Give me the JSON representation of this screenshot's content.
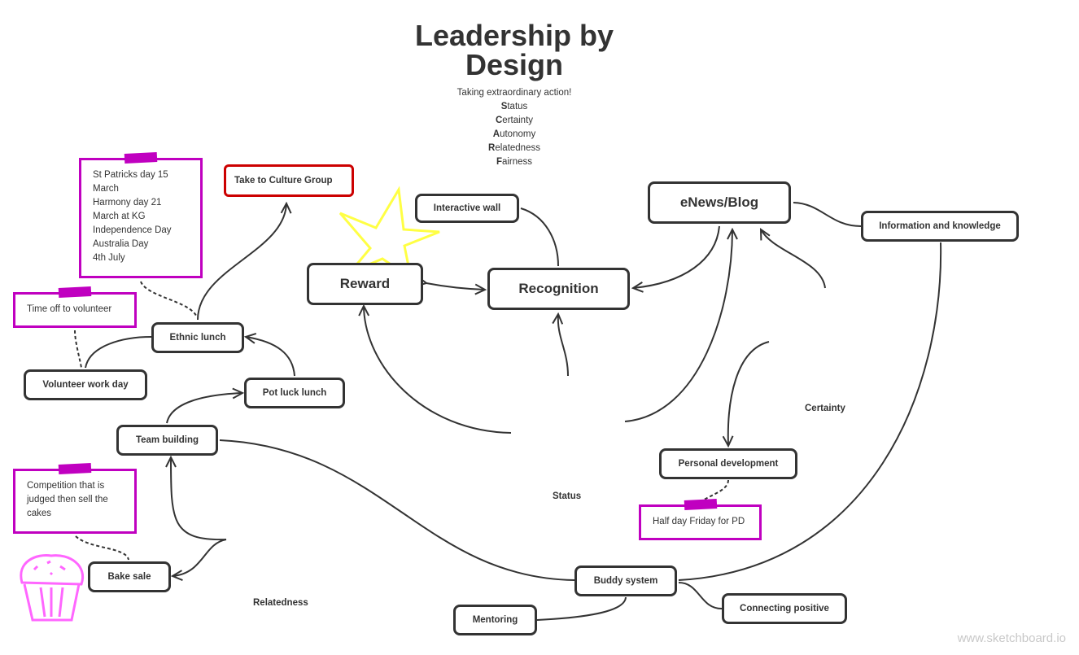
{
  "header": {
    "title": "Leadership by Design",
    "subtitle": "Taking extraordinary action!",
    "acronym": [
      {
        "initial": "S",
        "rest": "tatus"
      },
      {
        "initial": "C",
        "rest": "ertainty"
      },
      {
        "initial": "A",
        "rest": "utonomy"
      },
      {
        "initial": "R",
        "rest": "elatedness"
      },
      {
        "initial": "F",
        "rest": "airness"
      }
    ]
  },
  "nodes": {
    "reward": "Reward",
    "recognition": "Recognition",
    "interactive_wall": "Interactive wall",
    "enews_blog": "eNews/Blog",
    "information_knowledge": "Information and knowledge",
    "ethnic_lunch": "Ethnic lunch",
    "volunteer_work_day": "Volunteer work day",
    "pot_luck_lunch": "Pot luck lunch",
    "team_building": "Team building",
    "bake_sale": "Bake sale",
    "personal_development": "Personal development",
    "buddy_system": "Buddy system",
    "mentoring": "Mentoring",
    "connecting_positive": "Connecting positive"
  },
  "callout": {
    "take_to_culture_group": "Take to Culture Group"
  },
  "notes": {
    "holidays": [
      "St Patricks day 15",
      "March",
      "Harmony day 21",
      "March at KG",
      "Independence Day",
      "Australia Day",
      "4th July"
    ],
    "time_off": "Time off to volunteer",
    "competition": [
      "Competition that is",
      "judged then sell the",
      "cakes"
    ],
    "half_day": "Half day Friday for PD"
  },
  "labels": {
    "certainty": "Certainty",
    "status": "Status",
    "relatedness": "Relatedness"
  },
  "decorations": {
    "star_icon": "star",
    "cupcake_icon": "cupcake",
    "star_color": "#ffff44",
    "cupcake_color": "#ff66ff",
    "note_color": "#c000c0",
    "callout_color": "#cc0000"
  },
  "watermark": "www.sketchboard.io"
}
